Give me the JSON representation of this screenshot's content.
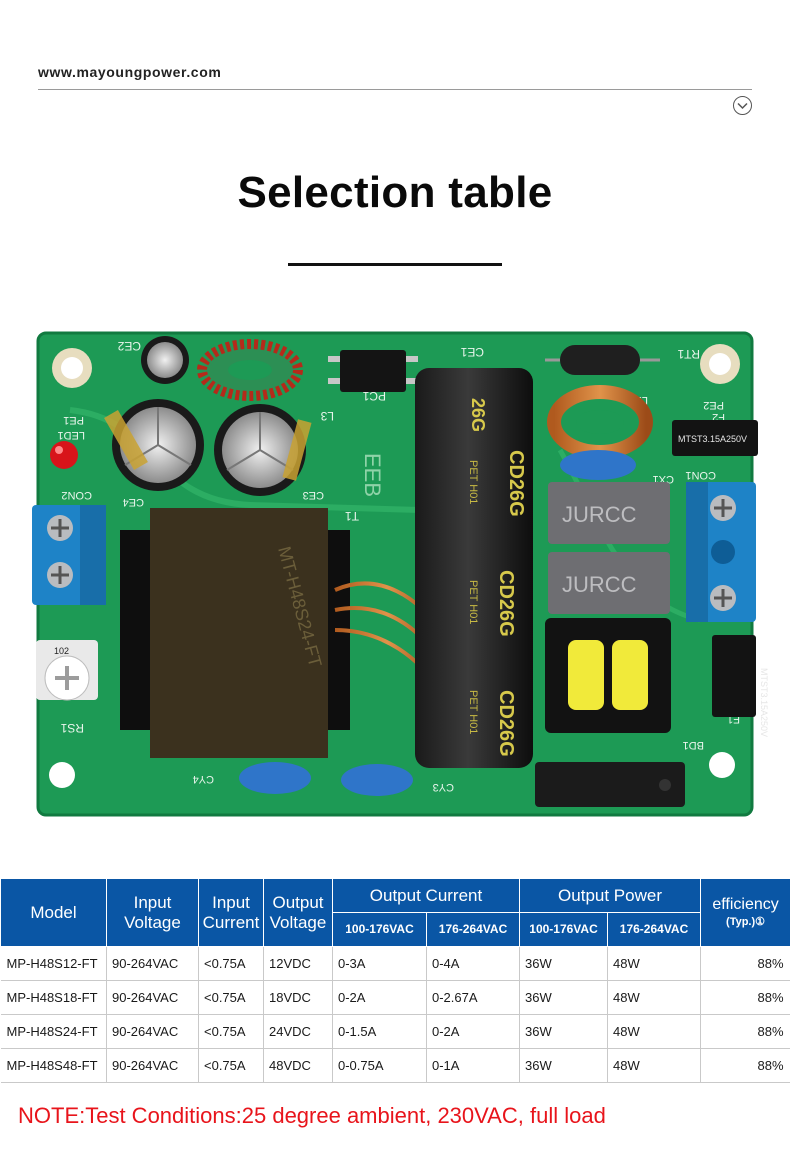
{
  "header": {
    "site_url": "www.mayoungpower.com"
  },
  "page_title": "Selection table",
  "board": {
    "labels": {
      "ce2": "CE2",
      "ce1": "CE1",
      "pc1": "PC1",
      "rt1": "RT1",
      "led1": "LED1",
      "pe1": "PE1",
      "l3": "L3",
      "l1": "L1",
      "pe2": "PE2",
      "f2": "F2",
      "cx1": "CX1",
      "ce4": "CE4",
      "ce3": "CE3",
      "con2": "CON2",
      "con1": "CON1",
      "t1": "T1",
      "rs1": "RS1",
      "pot": "102",
      "cy4": "CY4",
      "cy3": "CY3",
      "bd1": "BD1",
      "f1": "F1",
      "jurcc": "JURCC",
      "jurcc2": "JURCC",
      "cap1": "CD26G",
      "cap2": "CD26G",
      "cap3": "CD26G",
      "cap_hdr": "26G",
      "capp": "PET H01",
      "capp2": "PET H01",
      "capp3": "PET H01",
      "fuse1": "MTST3.15A250V",
      "fuse2": "MTST3.15A250V",
      "xfmr": "MT-H48S24-FT",
      "hash": "EEB"
    }
  },
  "table": {
    "h_model": "Model",
    "h_input_voltage": "Input Voltage",
    "h_input_current": "Input Current",
    "h_output_voltage": "Output Voltage",
    "h_output_current": "Output Current",
    "h_output_power": "Output Power",
    "h_efficiency": "efficiency",
    "h_typ": "(Typ.)①",
    "sub1": "100-176VAC",
    "sub2": "176-264VAC",
    "sub3": "100-176VAC",
    "sub4": "176-264VAC",
    "rows": [
      [
        "MP-H48S12-FT",
        "90-264VAC",
        "<0.75A",
        "12VDC",
        "0-3A",
        "0-4A",
        "36W",
        "48W",
        "88%"
      ],
      [
        "MP-H48S18-FT",
        "90-264VAC",
        "<0.75A",
        "18VDC",
        "0-2A",
        "0-2.67A",
        "36W",
        "48W",
        "88%"
      ],
      [
        "MP-H48S24-FT",
        "90-264VAC",
        "<0.75A",
        "24VDC",
        "0-1.5A",
        "0-2A",
        "36W",
        "48W",
        "88%"
      ],
      [
        "MP-H48S48-FT",
        "90-264VAC",
        "<0.75A",
        "48VDC",
        "0-0.75A",
        "0-1A",
        "36W",
        "48W",
        "88%"
      ]
    ]
  },
  "note": "NOTE:Test Conditions:25 degree ambient, 230VAC, full load",
  "colors": {
    "header_blue": "#0a56a5",
    "note_red": "#e8141b",
    "pcb_green": "#1d9a55"
  }
}
